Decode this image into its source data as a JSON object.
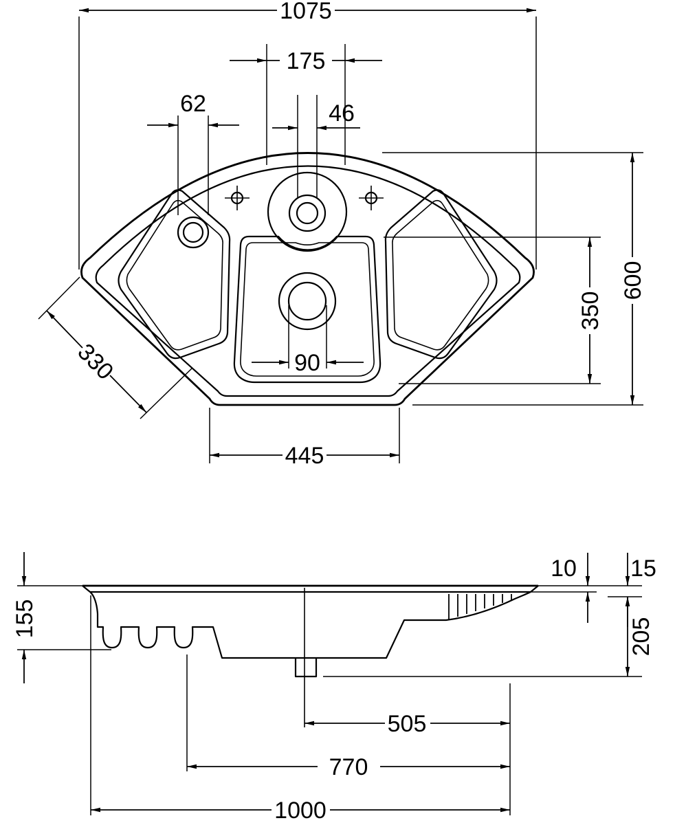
{
  "top_view": {
    "dims": {
      "overall_width": "1075",
      "tap_zone": "175",
      "tap_hole": "46",
      "left_drain": "62",
      "depth": "600",
      "bowl_depth": "350",
      "corner_width": "330",
      "drain": "90",
      "bowl_width": "445"
    }
  },
  "section_view": {
    "dims": {
      "height_left": "155",
      "lip": "10",
      "rim": "15",
      "body": "205",
      "to_drain": "505",
      "underside": "770",
      "length": "1000"
    }
  }
}
